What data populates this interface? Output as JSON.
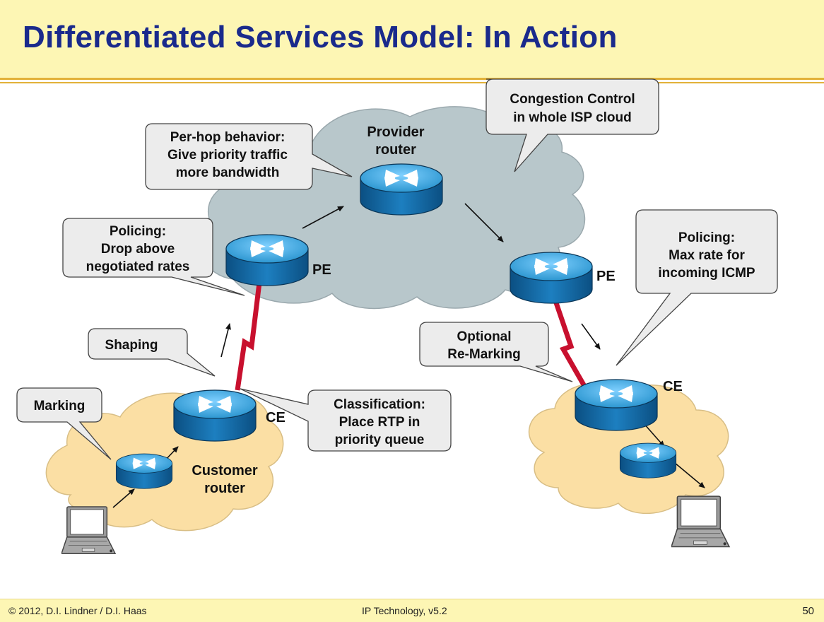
{
  "slide": {
    "title": "Differentiated Services Model: In Action"
  },
  "callouts": {
    "congestion": [
      "Congestion Control",
      "in whole ISP cloud"
    ],
    "per_hop": [
      "Per-hop behavior:",
      "Give priority traffic",
      "more bandwidth"
    ],
    "policing_left": [
      "Policing:",
      "Drop above",
      "negotiated rates"
    ],
    "policing_right": [
      "Policing:",
      "Max rate for",
      "incoming ICMP"
    ],
    "shaping": [
      "Shaping"
    ],
    "marking": [
      "Marking"
    ],
    "classification": [
      "Classification:",
      "Place RTP in",
      "priority queue"
    ],
    "remarking": [
      "Optional",
      "Re-Marking"
    ]
  },
  "labels": {
    "provider_router": [
      "Provider",
      "router"
    ],
    "customer_router": [
      "Customer",
      "router"
    ],
    "pe_left": "PE",
    "pe_right": "PE",
    "ce_left": "CE",
    "ce_right": "CE"
  },
  "footer": {
    "copyright": "© 2012, D.I. Lindner / D.I. Haas",
    "course": "IP Technology, v5.2",
    "page": "50"
  },
  "colors": {
    "title_text": "#1a2a8c",
    "title_bar": "#fdf6b4",
    "accent_line": "#e2b23a",
    "provider_cloud": "#b8c7cb",
    "customer_cloud": "#fbdfa4",
    "callout_fill": "#ececec",
    "link": "#c8102e",
    "router": "#1e8cc8"
  }
}
